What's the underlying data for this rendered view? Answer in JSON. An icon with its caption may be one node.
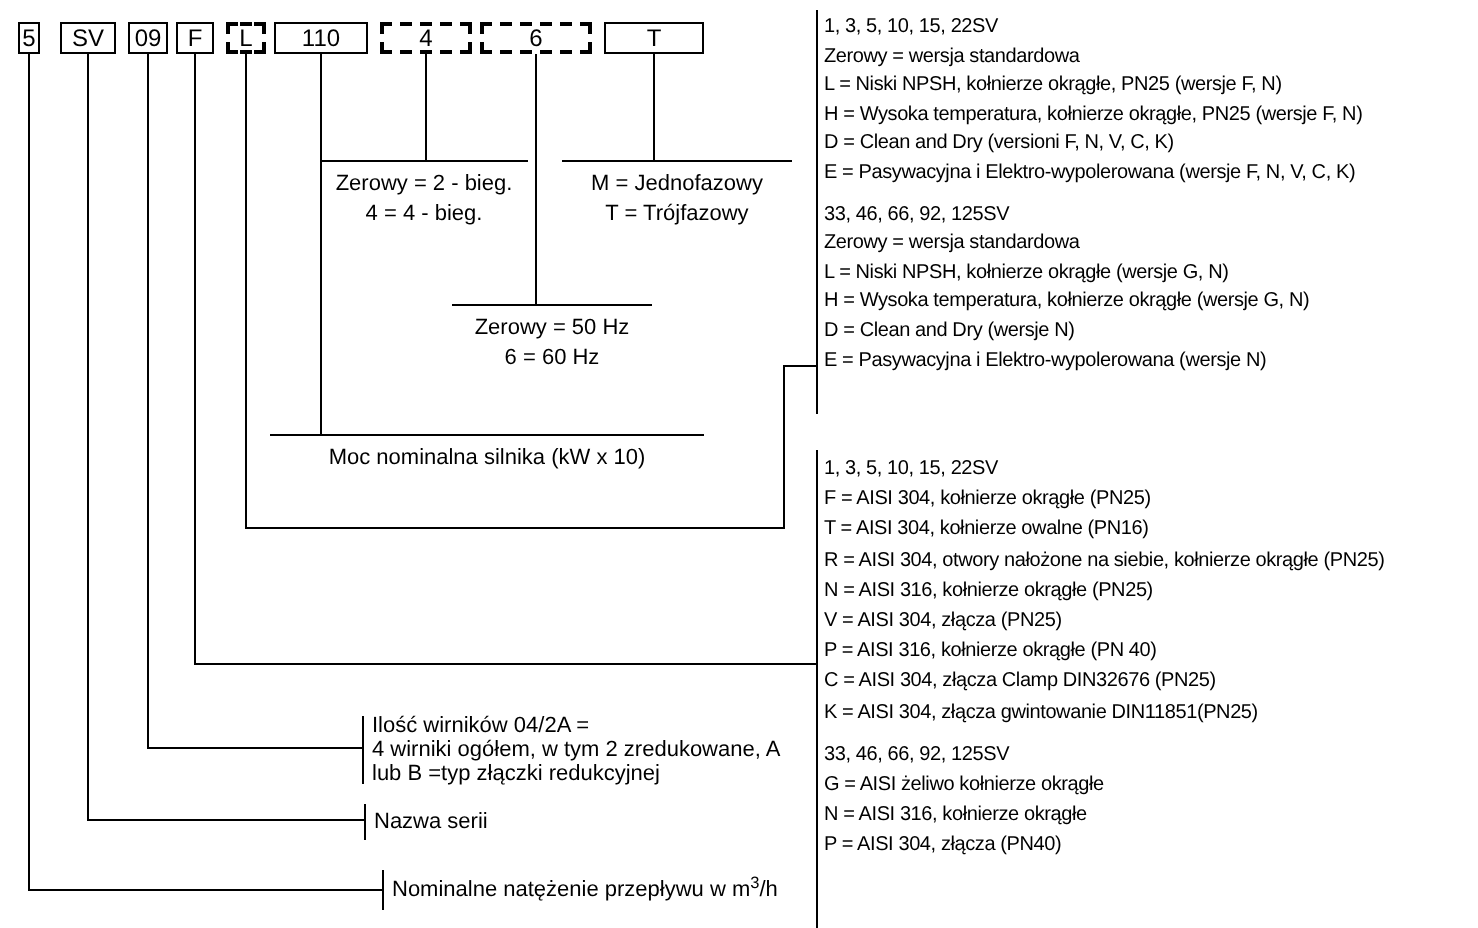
{
  "diagram": {
    "nodes": [
      {
        "text": [
          "5"
        ]
      },
      {
        "text": [
          "SV"
        ]
      },
      {
        "text": [
          "09"
        ]
      },
      {
        "text": [
          "F"
        ]
      },
      {
        "text": [
          "L"
        ]
      },
      {
        "text": [
          "110"
        ]
      },
      {
        "text": [
          "4"
        ]
      },
      {
        "text": [
          "6"
        ]
      },
      {
        "text": [
          "T"
        ]
      },
      {
        "text": [
          "1, 3, 5, 10, 15, 22SV",
          "Zerowy = wersja standardowa",
          "L = Niski NPSH, kołnierze okrągłe, PN25 (wersje F, N)",
          "H = Wysoka temperatura, kołnierze okrągłe, PN25 (wersje F, N)",
          "D = Clean and Dry (versioni F, N, V, C, K)",
          "E = Pasywacyjna i Elektro-wypolerowana (wersje F, N, V, C, K)",
          "33, 46, 66, 92, 125SV",
          "Zerowy = wersja standardowa",
          "L = Niski NPSH, kołnierze okrągłe (wersje G, N)",
          "H = Wysoka temperatura, kołnierze okrągłe (wersje G, N)",
          "D = Clean and Dry (wersje N)",
          "E = Pasywacyjna i Elektro-wypolerowana (wersje N)"
        ]
      },
      {
        "text": [
          "1, 3, 5, 10, 15, 22SV",
          "F = AISI 304, kołnierze okrągłe (PN25)",
          "T = AISI 304, kołnierze owalne (PN16)",
          "R = AISI 304, otwory nałożone na siebie, kołnierze okrągłe (PN25)",
          "N = AISI 316, kołnierze okrągłe (PN25)",
          "V = AISI 304, złącza (PN25)",
          "P = AISI 316, kołnierze okrągłe (PN 40)",
          "C = AISI 304, złącza Clamp DIN32676 (PN25)",
          "K = AISI 304, złącza gwintowanie DIN11851(PN25)",
          "33, 46, 66, 92, 125SV",
          "G = AISI żeliwo kołnierze okrągłe",
          "N = AISI 316, kołnierze okrągłe",
          "P = AISI 304, złącza (PN40)"
        ]
      },
      {
        "text": [
          "Moc nominalna silnika (kW x 10)"
        ]
      },
      {
        "text": [
          "Zerowy = 2 - bieg.",
          "4 = 4 - bieg."
        ]
      },
      {
        "text": [
          "M = Jednofazowy",
          "T = Trójfazowy"
        ]
      },
      {
        "text": [
          "Zerowy = 50 Hz",
          "6 = 60 Hz"
        ]
      },
      {
        "text": [
          "Ilość wirników 04/2A =",
          "4 wirniki ogółem, w tym 2 zredukowane, A lub B =typ złączki redukcyjnej"
        ]
      },
      {
        "text": [
          "Nazwa serii"
        ]
      },
      {
        "text": [
          "Nominalne natężenie przepływu w m$^{3}$/h"
        ]
      }
    ],
    "edges": [
      {
        "from": 0,
        "to": 17,
        "arrow": "none"
      },
      {
        "from": 1,
        "to": 16,
        "arrow": "none"
      },
      {
        "from": 2,
        "to": 15,
        "arrow": "none"
      },
      {
        "from": 3,
        "to": 10,
        "arrow": "none"
      },
      {
        "from": 4,
        "to": 9,
        "arrow": "none"
      },
      {
        "from": 5,
        "to": 11,
        "arrow": "none"
      },
      {
        "from": 6,
        "to": 12,
        "arrow": "none"
      },
      {
        "from": 7,
        "to": 14,
        "arrow": "none"
      },
      {
        "from": 8,
        "to": 13,
        "arrow": "none"
      }
    ]
  }
}
